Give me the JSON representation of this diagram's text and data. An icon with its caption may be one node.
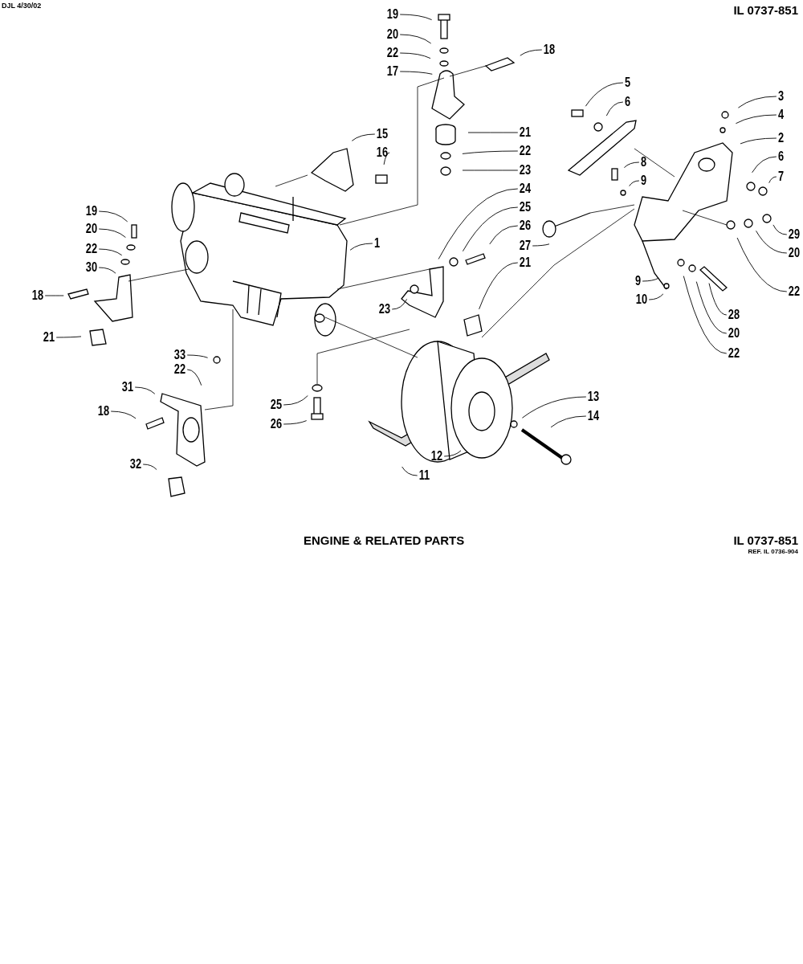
{
  "diagram": {
    "title": "ENGINE & RELATED PARTS",
    "nodes": [
      {
        "text": [
          "19"
        ]
      },
      {
        "text": [
          "20"
        ]
      },
      {
        "text": [
          "22"
        ]
      },
      {
        "text": [
          "17"
        ]
      },
      {
        "text": [
          "18"
        ]
      },
      {
        "text": [
          "5"
        ]
      },
      {
        "text": [
          "3"
        ]
      },
      {
        "text": [
          "6"
        ]
      },
      {
        "text": [
          "4"
        ]
      },
      {
        "text": [
          "15"
        ]
      },
      {
        "text": [
          "21"
        ]
      },
      {
        "text": [
          "16"
        ]
      },
      {
        "text": [
          "2"
        ]
      },
      {
        "text": [
          "22"
        ]
      },
      {
        "text": [
          "6"
        ]
      },
      {
        "text": [
          "8"
        ]
      },
      {
        "text": [
          "23"
        ]
      },
      {
        "text": [
          "9"
        ]
      },
      {
        "text": [
          "7"
        ]
      },
      {
        "text": [
          "24"
        ]
      },
      {
        "text": [
          "25"
        ]
      },
      {
        "text": [
          "19"
        ]
      },
      {
        "text": [
          "1"
        ]
      },
      {
        "text": [
          "20"
        ]
      },
      {
        "text": [
          "26"
        ]
      },
      {
        "text": [
          "29"
        ]
      },
      {
        "text": [
          "22"
        ]
      },
      {
        "text": [
          "27"
        ]
      },
      {
        "text": [
          "20"
        ]
      },
      {
        "text": [
          "30"
        ]
      },
      {
        "text": [
          "18"
        ]
      },
      {
        "text": [
          "9"
        ]
      },
      {
        "text": [
          "21"
        ]
      },
      {
        "text": [
          "22"
        ]
      },
      {
        "text": [
          "28"
        ]
      },
      {
        "text": [
          "10"
        ]
      },
      {
        "text": [
          "23"
        ]
      },
      {
        "text": [
          "21"
        ]
      },
      {
        "text": [
          "20"
        ]
      },
      {
        "text": [
          "22"
        ]
      },
      {
        "text": [
          "33"
        ]
      },
      {
        "text": [
          "22"
        ]
      },
      {
        "text": [
          "31"
        ]
      },
      {
        "text": [
          "25"
        ]
      },
      {
        "text": [
          "13"
        ]
      },
      {
        "text": [
          "18"
        ]
      },
      {
        "text": [
          "26"
        ]
      },
      {
        "text": [
          "14"
        ]
      },
      {
        "text": [
          "12"
        ]
      },
      {
        "text": [
          "32"
        ]
      },
      {
        "text": [
          "11"
        ]
      }
    ],
    "edges": [
      {
        "from": 0,
        "to": null,
        "arrow": "none"
      },
      {
        "from": 1,
        "to": null,
        "arrow": "none"
      },
      {
        "from": 2,
        "to": null,
        "arrow": "none"
      },
      {
        "from": 3,
        "to": null,
        "arrow": "none"
      },
      {
        "from": 4,
        "to": null,
        "arrow": "none"
      },
      {
        "from": 5,
        "to": null,
        "arrow": "none"
      },
      {
        "from": 6,
        "to": null,
        "arrow": "none"
      },
      {
        "from": 7,
        "to": null,
        "arrow": "none"
      },
      {
        "from": 8,
        "to": null,
        "arrow": "none"
      },
      {
        "from": 9,
        "to": null,
        "arrow": "none"
      },
      {
        "from": 10,
        "to": null,
        "arrow": "none"
      },
      {
        "from": 11,
        "to": null,
        "arrow": "none"
      },
      {
        "from": 12,
        "to": null,
        "arrow": "none"
      },
      {
        "from": 13,
        "to": null,
        "arrow": "none"
      },
      {
        "from": 14,
        "to": null,
        "arrow": "none"
      },
      {
        "from": 15,
        "to": null,
        "arrow": "none"
      },
      {
        "from": 16,
        "to": null,
        "arrow": "none"
      },
      {
        "from": 17,
        "to": null,
        "arrow": "none"
      },
      {
        "from": 18,
        "to": null,
        "arrow": "none"
      },
      {
        "from": 19,
        "to": null,
        "arrow": "none"
      },
      {
        "from": 20,
        "to": null,
        "arrow": "none"
      },
      {
        "from": 21,
        "to": null,
        "arrow": "none"
      },
      {
        "from": 22,
        "to": null,
        "arrow": "none"
      },
      {
        "from": 23,
        "to": null,
        "arrow": "none"
      },
      {
        "from": 24,
        "to": null,
        "arrow": "none"
      },
      {
        "from": 25,
        "to": null,
        "arrow": "none"
      },
      {
        "from": 26,
        "to": null,
        "arrow": "none"
      },
      {
        "from": 27,
        "to": null,
        "arrow": "none"
      },
      {
        "from": 28,
        "to": null,
        "arrow": "none"
      },
      {
        "from": 29,
        "to": null,
        "arrow": "none"
      },
      {
        "from": 30,
        "to": null,
        "arrow": "none"
      },
      {
        "from": 31,
        "to": null,
        "arrow": "none"
      },
      {
        "from": 32,
        "to": null,
        "arrow": "none"
      },
      {
        "from": 33,
        "to": null,
        "arrow": "none"
      },
      {
        "from": 34,
        "to": null,
        "arrow": "none"
      },
      {
        "from": 35,
        "to": null,
        "arrow": "none"
      },
      {
        "from": 36,
        "to": null,
        "arrow": "none"
      },
      {
        "from": 37,
        "to": null,
        "arrow": "none"
      },
      {
        "from": 38,
        "to": null,
        "arrow": "none"
      },
      {
        "from": 39,
        "to": null,
        "arrow": "none"
      },
      {
        "from": 40,
        "to": null,
        "arrow": "none"
      },
      {
        "from": 41,
        "to": null,
        "arrow": "none"
      },
      {
        "from": 42,
        "to": null,
        "arrow": "none"
      },
      {
        "from": 43,
        "to": null,
        "arrow": "none"
      },
      {
        "from": 44,
        "to": null,
        "arrow": "none"
      },
      {
        "from": 45,
        "to": null,
        "arrow": "none"
      },
      {
        "from": 46,
        "to": null,
        "arrow": "none"
      },
      {
        "from": 47,
        "to": null,
        "arrow": "none"
      },
      {
        "from": 48,
        "to": null,
        "arrow": "none"
      },
      {
        "from": 49,
        "to": null,
        "arrow": "none"
      },
      {
        "from": 50,
        "to": null,
        "arrow": "none"
      }
    ],
    "labels": [
      "DJL 4/30/02",
      "IL 0737-851",
      "IL 0737-851",
      "REF. IL 0736-904"
    ]
  }
}
